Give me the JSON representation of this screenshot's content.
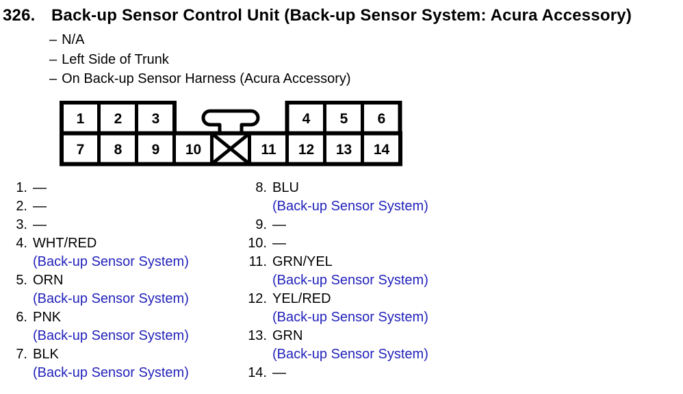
{
  "colors": {
    "paper": "#ffffff",
    "ink": "#000000",
    "system_link_blue": "#2222bb"
  },
  "header": {
    "number": "326.",
    "title": "Back-up Sensor Control Unit (Back-up Sensor System: Acura Accessory)"
  },
  "notes": {
    "dash": "–",
    "items": [
      "N/A",
      "Left Side of Trunk",
      "On Back-up Sensor Harness (Acura Accessory)"
    ]
  },
  "connector": {
    "description": "14-cavity connector, face view",
    "top_left_cells": [
      "1",
      "2",
      "3"
    ],
    "top_right_cells": [
      "4",
      "5",
      "6"
    ],
    "bottom_cells": [
      "7",
      "8",
      "9",
      "10",
      "11",
      "12",
      "13",
      "14"
    ],
    "blocked_cavity_icon": "x-cross",
    "key_tab_icon": "t-shaped-key-tab"
  },
  "pins": {
    "left": [
      {
        "number": "1.",
        "wire": "—"
      },
      {
        "number": "2.",
        "wire": "—"
      },
      {
        "number": "3.",
        "wire": "—"
      },
      {
        "number": "4.",
        "wire": "WHT/RED",
        "system": "(Back-up Sensor System)"
      },
      {
        "number": "5.",
        "wire": "ORN",
        "system": "(Back-up Sensor System)"
      },
      {
        "number": "6.",
        "wire": "PNK",
        "system": "(Back-up Sensor System)"
      },
      {
        "number": "7.",
        "wire": "BLK",
        "system": "(Back-up Sensor System)"
      }
    ],
    "right": [
      {
        "number": "8.",
        "wire": "BLU",
        "system": "(Back-up Sensor System)"
      },
      {
        "number": "9.",
        "wire": "—"
      },
      {
        "number": "10.",
        "wire": "—"
      },
      {
        "number": "11.",
        "wire": "GRN/YEL",
        "system": "(Back-up Sensor System)"
      },
      {
        "number": "12.",
        "wire": "YEL/RED",
        "system": "(Back-up Sensor System)"
      },
      {
        "number": "13.",
        "wire": "GRN",
        "system": "(Back-up Sensor System)"
      },
      {
        "number": "14.",
        "wire": "—"
      }
    ]
  }
}
